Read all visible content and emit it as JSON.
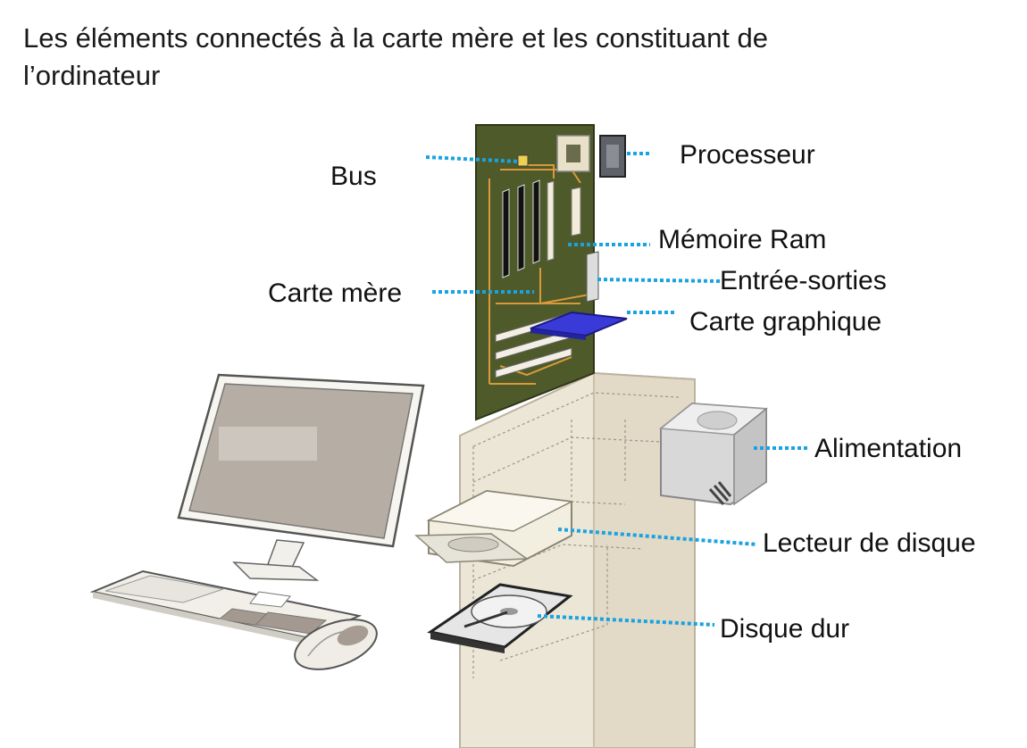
{
  "title": "Les éléments connectés à la carte mère et les constituant de l’ordinateur",
  "labels": {
    "processeur": "Processeur",
    "bus": "Bus",
    "ram": "Mémoire Ram",
    "carte_mere": "Carte mère",
    "entree_sorties": "Entrée-sorties",
    "carte_graphique": "Carte graphique",
    "alimentation": "Alimentation",
    "lecteur": "Lecteur de disque",
    "disque_dur": "Disque dur"
  },
  "colors": {
    "leader": "#1aa3e0",
    "motherboard": "#4e5a2a",
    "case": "#ece6d6",
    "graphics_card": "#3a3ad8"
  }
}
